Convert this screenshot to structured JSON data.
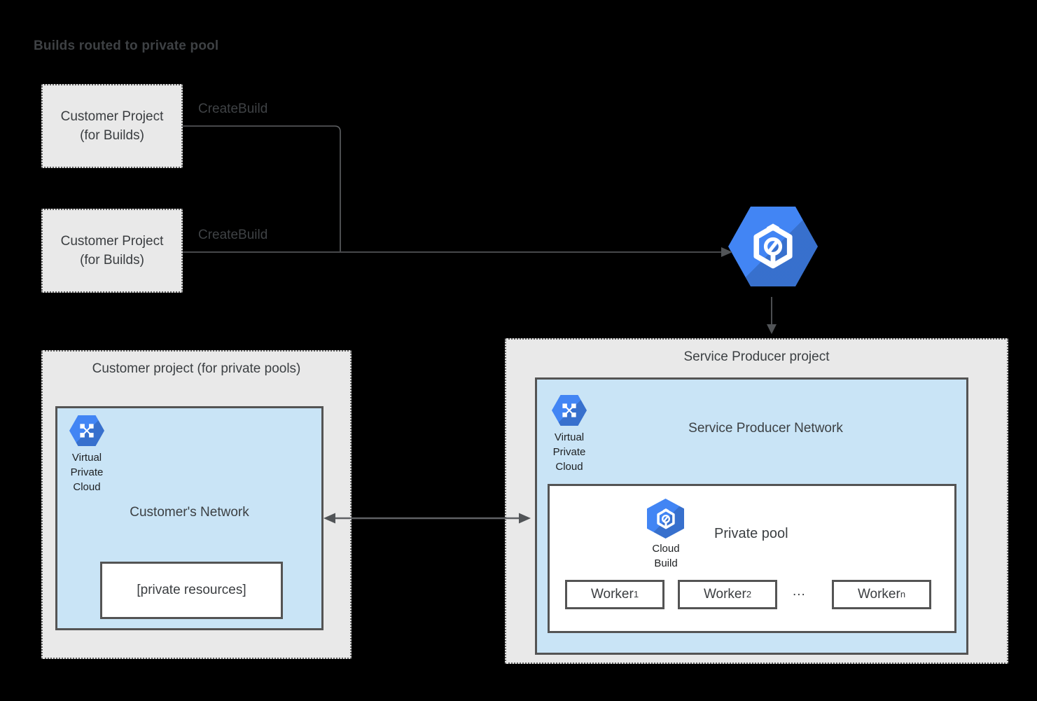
{
  "diagram": {
    "title": "Builds routed to private pool",
    "colors": {
      "background": "#000000",
      "panel_gray": "#e9e9e9",
      "network_blue": "#c9e4f6",
      "border_dark": "#545454",
      "line_gray": "#5f6164",
      "icon_blue": "#4285f4",
      "text_dark": "#3c4043"
    },
    "icons": {
      "cloud_build": "cloud-build-icon",
      "virtual_private_cloud": "vpc-icon"
    }
  },
  "build_projects": {
    "box1": {
      "line1": "Customer Project",
      "line2": "(for Builds)"
    },
    "box2": {
      "line1": "Customer Project",
      "line2": "(for Builds)"
    },
    "createbuild_label_1": "CreateBuild",
    "createbuild_label_2": "CreateBuild"
  },
  "customer_pool_project": {
    "title": "Customer project (for private pools)",
    "network": {
      "title": "Customer's Network",
      "vpc_label": {
        "line1": "Virtual",
        "line2": "Private",
        "line3": "Cloud"
      },
      "private_resources": "[private resources]"
    }
  },
  "service_producer_project": {
    "title": "Service Producer project",
    "network": {
      "title": "Service Producer Network",
      "vpc_label": {
        "line1": "Virtual",
        "line2": "Private",
        "line3": "Cloud"
      },
      "private_pool": {
        "title": "Private pool",
        "cloud_build_label": {
          "line1": "Cloud",
          "line2": "Build"
        },
        "workers": [
          {
            "base": "Worker",
            "sub": "1"
          },
          {
            "base": "Worker",
            "sub": "2"
          },
          {
            "base": "Worker",
            "sub": "n"
          }
        ],
        "ellipsis": "..."
      }
    }
  }
}
